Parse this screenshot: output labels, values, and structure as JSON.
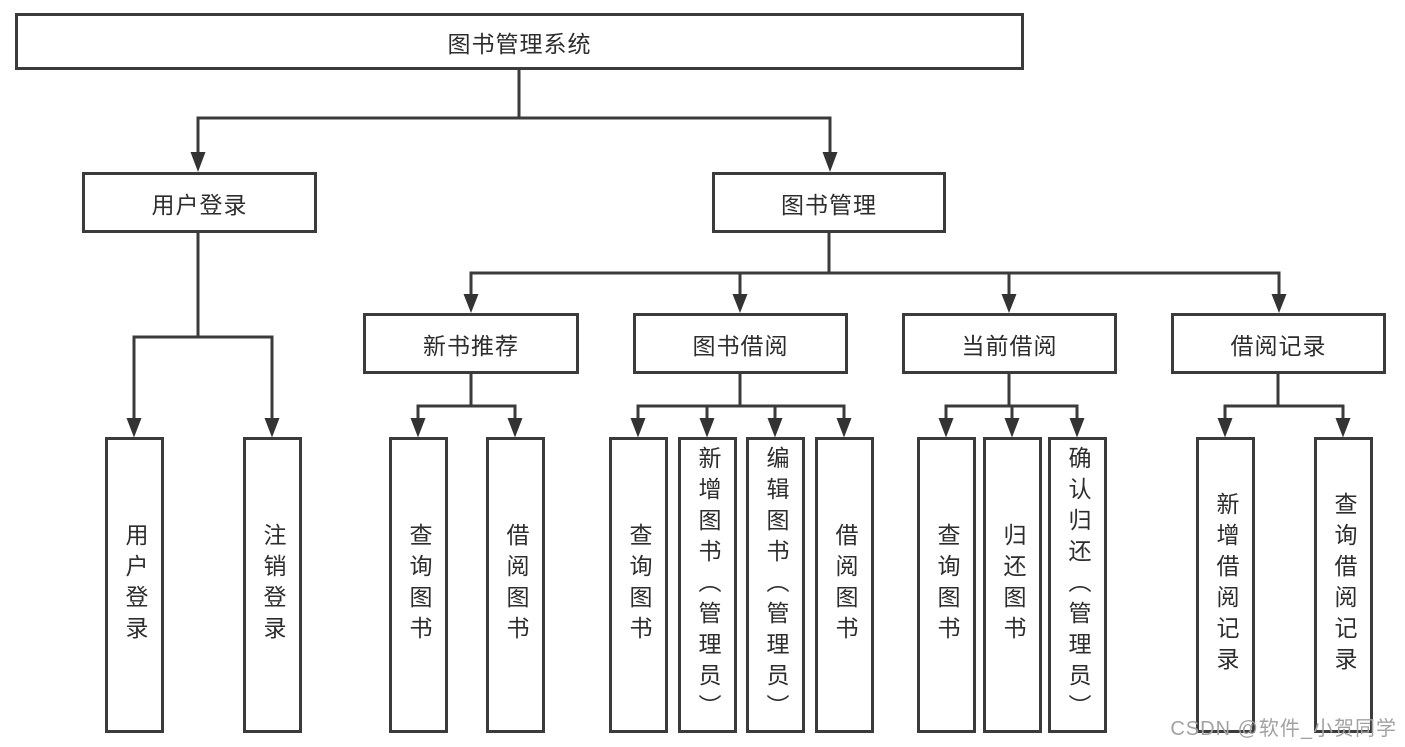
{
  "diagram": {
    "root": {
      "label": "图书管理系统"
    },
    "branches": [
      {
        "label": "用户登录",
        "children": [
          {
            "label": "用户登录"
          },
          {
            "label": "注销登录"
          }
        ]
      },
      {
        "label": "图书管理",
        "children": [
          {
            "label": "新书推荐",
            "children": [
              {
                "label": "查询图书"
              },
              {
                "label": "借阅图书"
              }
            ]
          },
          {
            "label": "图书借阅",
            "children": [
              {
                "label": "查询图书"
              },
              {
                "label": "新增图书（管理员）"
              },
              {
                "label": "编辑图书（管理员）"
              },
              {
                "label": "借阅图书"
              }
            ]
          },
          {
            "label": "当前借阅",
            "children": [
              {
                "label": "查询图书"
              },
              {
                "label": "归还图书"
              },
              {
                "label": "确认归还（管理员）"
              }
            ]
          },
          {
            "label": "借阅记录",
            "children": [
              {
                "label": "新增借阅记录"
              },
              {
                "label": "查询借阅记录"
              }
            ]
          }
        ]
      }
    ]
  },
  "watermark": {
    "text": "CSDN @软件_小贺同学"
  },
  "colors": {
    "line": "#3b3b3b",
    "box_border": "#3b3b3b",
    "text": "#2d2d2d",
    "background": "#ffffff",
    "watermark": "#a2a2a2"
  }
}
